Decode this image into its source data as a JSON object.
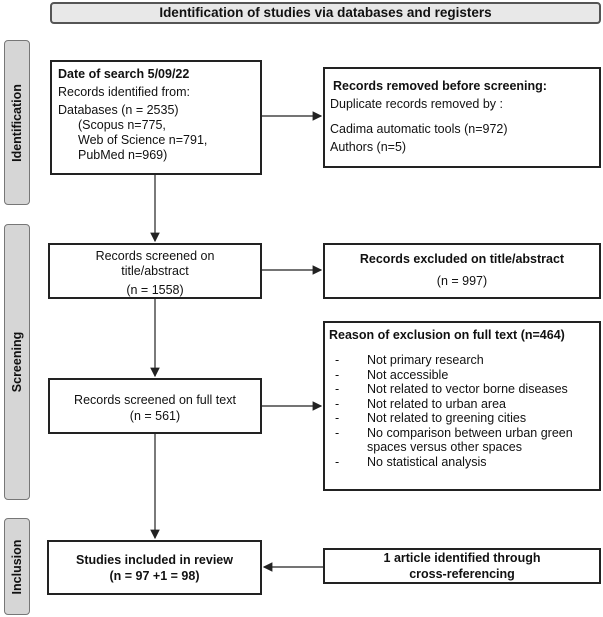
{
  "header": {
    "title": "Identification of studies via databases and registers"
  },
  "stages": {
    "identification": "Identification",
    "screening": "Screening",
    "inclusion": "Inclusion"
  },
  "search_box": {
    "heading": "Date of search 5/09/22",
    "line1": "Records identified from:",
    "line2": "Databases (n = 2535)",
    "line3": "(Scopus n=775,",
    "line4": "Web of Science n=791,",
    "line5": "PubMed n=969)"
  },
  "removed_box": {
    "heading": "Records removed before screening:",
    "line1": "Duplicate records removed by :",
    "line2": "Cadima automatic tools (n=972)",
    "line3": "Authors (n=5)"
  },
  "screened_title": {
    "line1": "Records screened on",
    "line2": "title/abstract",
    "line3": "(n = 1558)"
  },
  "excluded_title": {
    "heading": "Records excluded on title/abstract",
    "count": "(n = 997)"
  },
  "screened_full": {
    "line1": "Records screened on full text",
    "line2": "(n = 561)"
  },
  "exclusion_reasons": {
    "heading": "Reason of exclusion on full text (n=464)",
    "items": [
      "Not primary research",
      "Not accessible",
      "Not related to vector borne diseases",
      "Not related to urban area",
      "Not related to greening cities",
      "No comparison between urban green spaces versus other spaces",
      "No statistical analysis"
    ]
  },
  "included": {
    "line1": "Studies included in review",
    "line2": "(n = 97 +1 = 98)"
  },
  "cross_ref": {
    "line1": "1 article identified through",
    "line2": "cross-referencing"
  }
}
